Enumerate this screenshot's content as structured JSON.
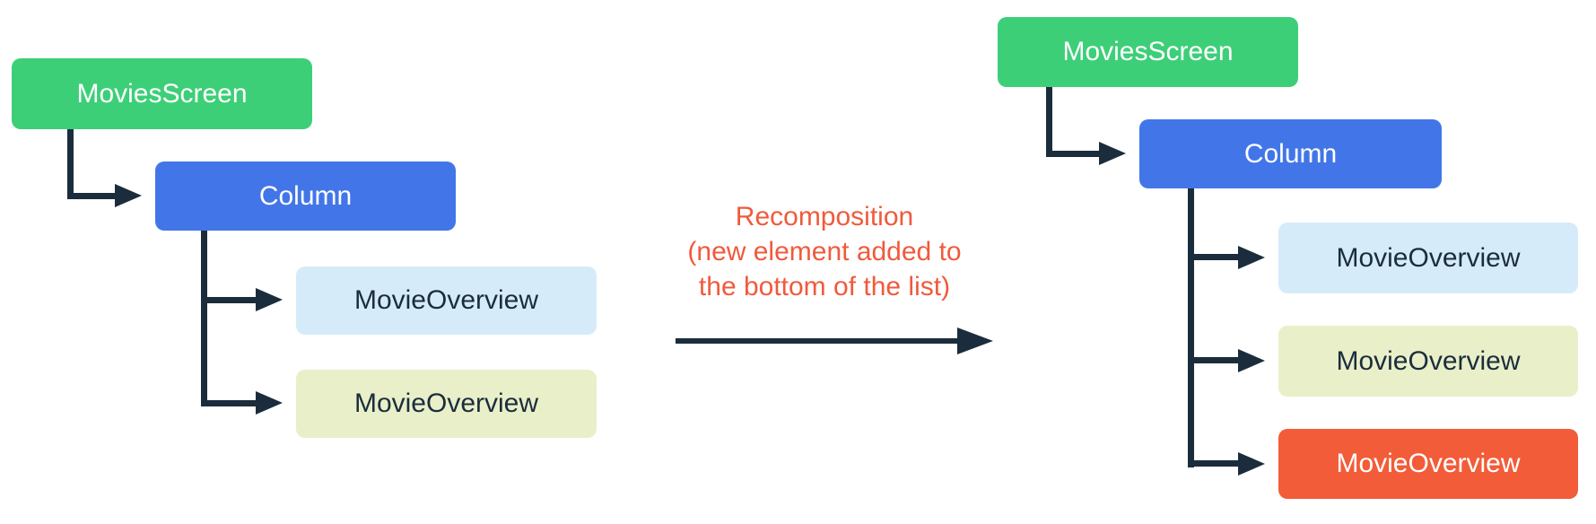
{
  "diagram": {
    "caption": {
      "lines": [
        "Recomposition",
        "(new element added to",
        "the bottom of the list)"
      ]
    },
    "left_tree": {
      "nodes": [
        {
          "id": "movies-screen",
          "label": "MoviesScreen",
          "variant": "green"
        },
        {
          "id": "column",
          "label": "Column",
          "variant": "blue"
        },
        {
          "id": "movie-overview-1",
          "label": "MovieOverview",
          "variant": "light-blue"
        },
        {
          "id": "movie-overview-2",
          "label": "MovieOverview",
          "variant": "light-yellow"
        }
      ]
    },
    "right_tree": {
      "nodes": [
        {
          "id": "movies-screen",
          "label": "MoviesScreen",
          "variant": "green"
        },
        {
          "id": "column",
          "label": "Column",
          "variant": "blue"
        },
        {
          "id": "movie-overview-1",
          "label": "MovieOverview",
          "variant": "light-blue"
        },
        {
          "id": "movie-overview-2",
          "label": "MovieOverview",
          "variant": "light-yellow"
        },
        {
          "id": "movie-overview-3",
          "label": "MovieOverview",
          "variant": "orange",
          "highlighted": true
        }
      ]
    },
    "palette": {
      "green": "#3DCF78",
      "blue": "#4276E8",
      "light_blue": "#D6EBFA",
      "light_yellow": "#E9EFC9",
      "orange": "#F25C38",
      "connector": "#1B2D3C",
      "caption_text": "#F05A3C",
      "light_box_text": "#1B2D3C",
      "dark_box_text": "#FFFFFF",
      "background": "#FFFFFF"
    }
  }
}
